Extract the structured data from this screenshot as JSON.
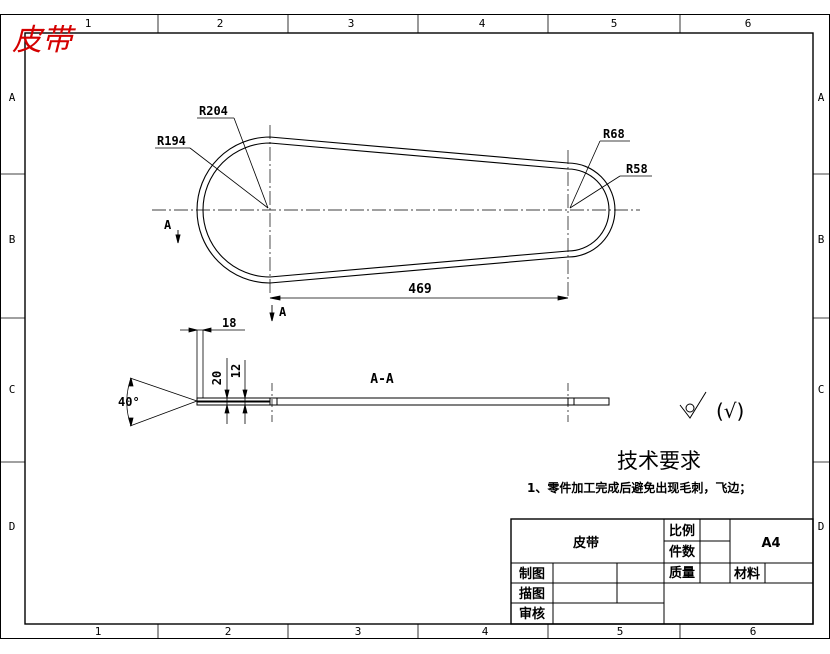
{
  "stamp_text": "皮带",
  "stamp_color": "#d40000",
  "zones": {
    "columns_top": [
      "1",
      "2",
      "3",
      "4",
      "5",
      "6"
    ],
    "columns_bottom": [
      "1",
      "2",
      "3",
      "4",
      "5",
      "6"
    ],
    "rows_left": [
      "A",
      "B",
      "C",
      "D"
    ],
    "rows_right": [
      "A",
      "B",
      "C",
      "D"
    ]
  },
  "dimensions": {
    "r_outer_large": "R204",
    "r_inner_large": "R194",
    "r_outer_small": "R68",
    "r_inner_small": "R58",
    "center_distance": "469",
    "width": "18",
    "height_outer": "20",
    "height_inner": "12",
    "angle": "40°"
  },
  "section": {
    "marker": "A",
    "marker_bottom": "A",
    "view_label": "A-A"
  },
  "surface_finish": {
    "general": "(√)"
  },
  "requirements": {
    "title": "技术要求",
    "items": [
      "1、零件加工完成后避免出现毛刺，飞边；"
    ]
  },
  "title_block": {
    "part_name": "皮带",
    "scale_label": "比例",
    "count_label": "件数",
    "weight_label": "质量",
    "material_label": "材料",
    "sheet_size": "A4",
    "drawn_label": "制图",
    "traced_label": "描图",
    "checked_label": "审核"
  }
}
